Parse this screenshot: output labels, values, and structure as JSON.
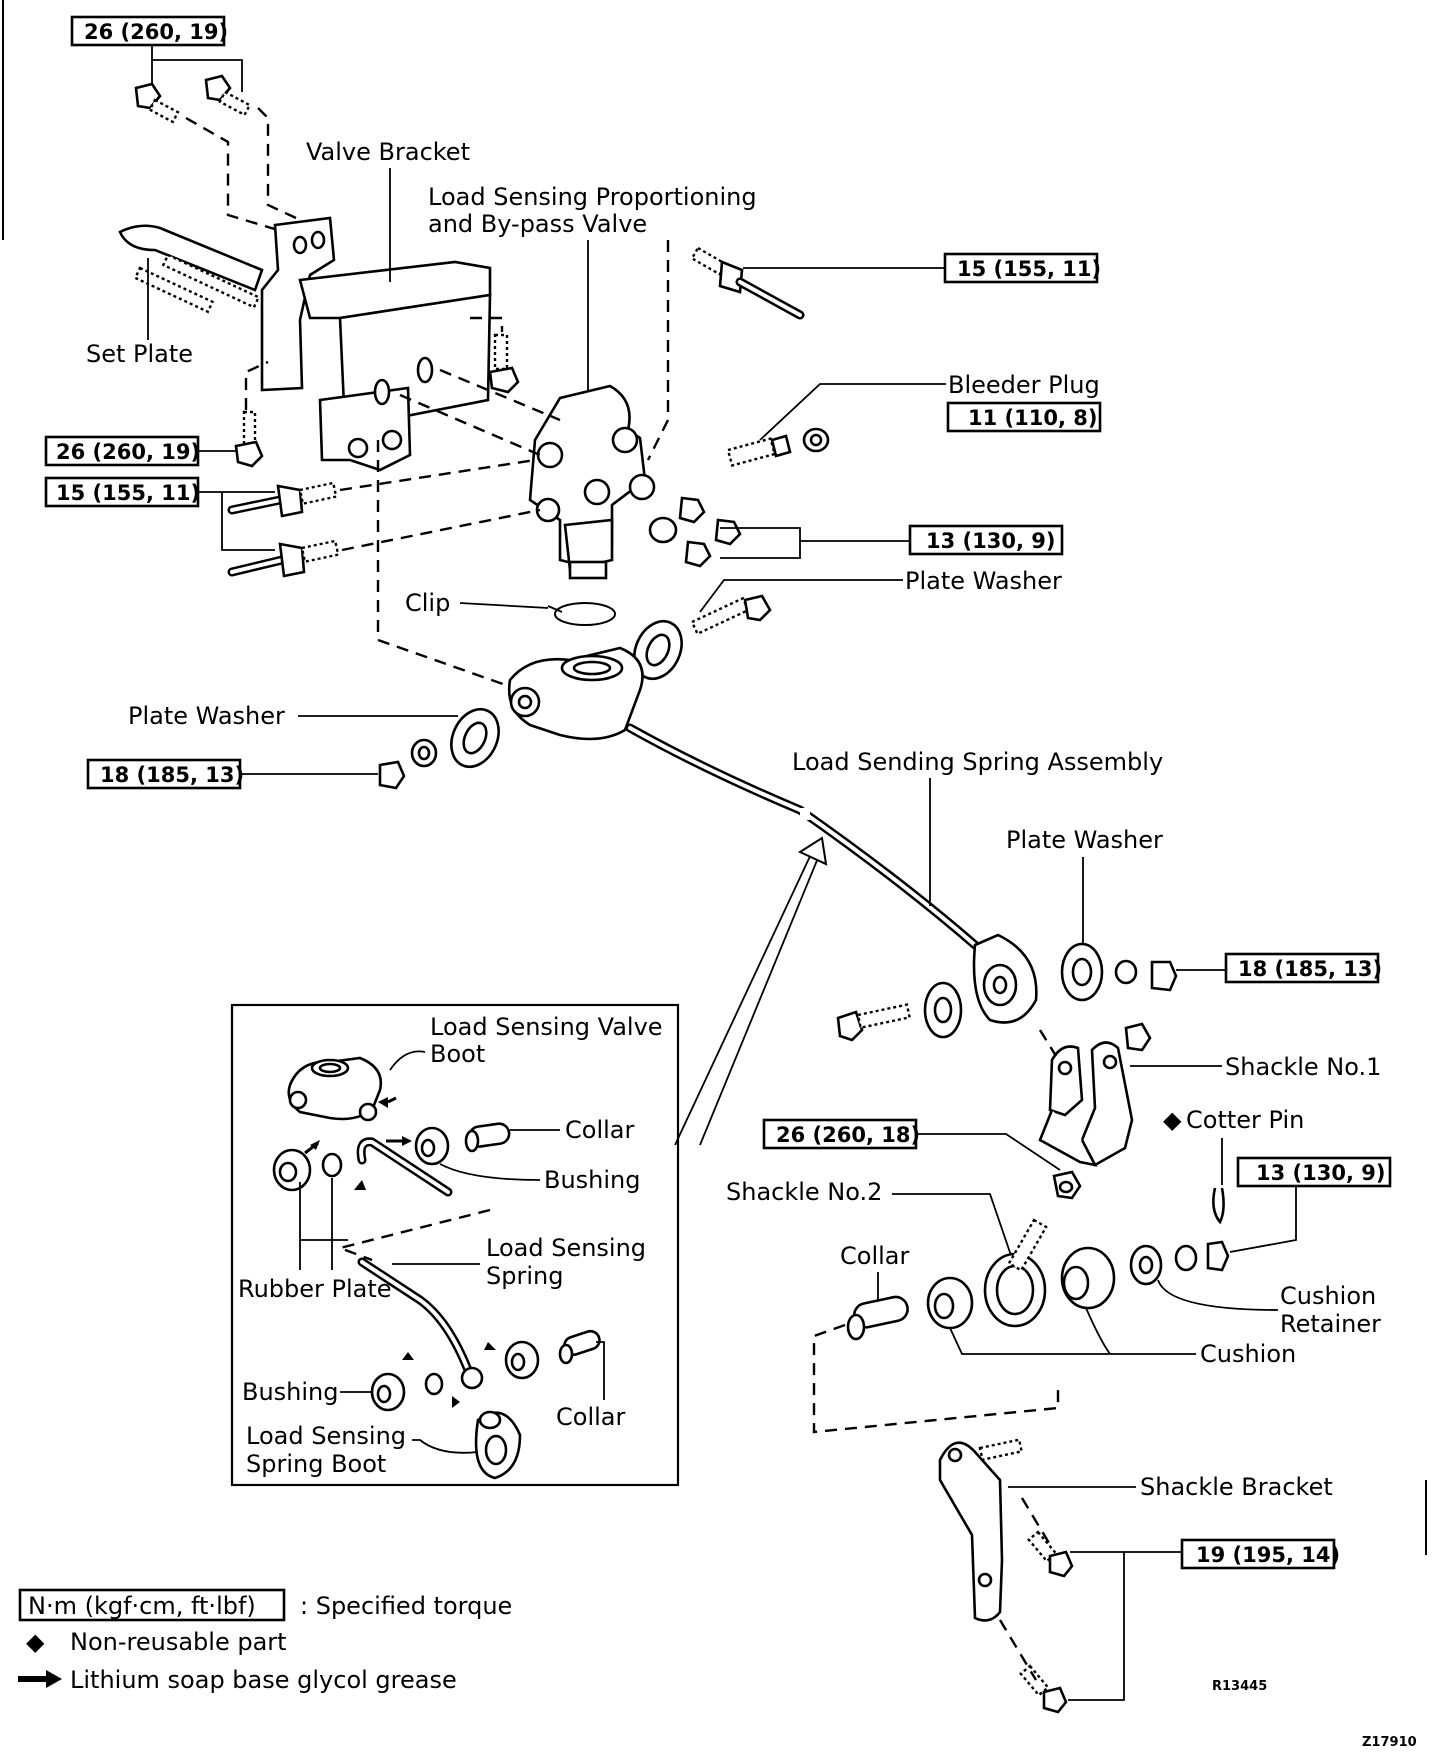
{
  "diagram": {
    "labels": {
      "valve_bracket": "Valve Bracket",
      "lspv_line1": "Load Sensing Proportioning",
      "lspv_line2": "and By-pass Valve",
      "set_plate": "Set Plate",
      "bleeder_plug": "Bleeder Plug",
      "clip": "Clip",
      "plate_washer_top": "Plate Washer",
      "plate_washer_left": "Plate Washer",
      "plate_washer_right": "Plate Washer",
      "spring_assembly": "Load Sending Spring Assembly",
      "shackle_no1": "Shackle No.1",
      "cotter_pin": "Cotter Pin",
      "shackle_no2": "Shackle No.2",
      "collar_right": "Collar",
      "cushion_retainer_line1": "Cushion",
      "cushion_retainer_line2": "Retainer",
      "cushion": "Cushion",
      "shackle_bracket": "Shackle Bracket"
    },
    "inset_labels": {
      "valve_boot_line1": "Load Sensing Valve",
      "valve_boot_line2": "Boot",
      "collar_top": "Collar",
      "bushing_top": "Bushing",
      "rubber_plate": "Rubber Plate",
      "spring_line1": "Load Sensing",
      "spring_line2": "Spring",
      "bushing_bottom": "Bushing",
      "spring_boot_line1": "Load Sensing",
      "spring_boot_line2": "Spring Boot",
      "collar_bottom": "Collar"
    },
    "torque_specs": {
      "bracket_bolts_top": "26 (260, 19)",
      "brake_line_top": "15 (155, 11)",
      "bleeder_plug": "11 (110, 8)",
      "bracket_bolt_left": "26 (260, 19)",
      "brake_lines_left": "15 (155, 11)",
      "valve_nuts": "13 (130, 9)",
      "plate_washer_nut_left": "18 (185, 13)",
      "plate_washer_nut_right": "18 (185, 13)",
      "shackle_bolt": "26 (260, 18)",
      "cotter_nut": "13 (130, 9)",
      "shackle_bracket_bolts": "19 (195, 14)"
    },
    "legend": {
      "torque_unit_box": "N·m (kgf·cm, ft·lbf)",
      "torque_desc": ":  Specified torque",
      "nonreusable_symbol": "◆",
      "nonreusable": "Non-reusable part",
      "grease": "Lithium soap base glycol grease"
    },
    "codes": {
      "figure_code": "R13445",
      "page_code": "Z17910"
    }
  }
}
